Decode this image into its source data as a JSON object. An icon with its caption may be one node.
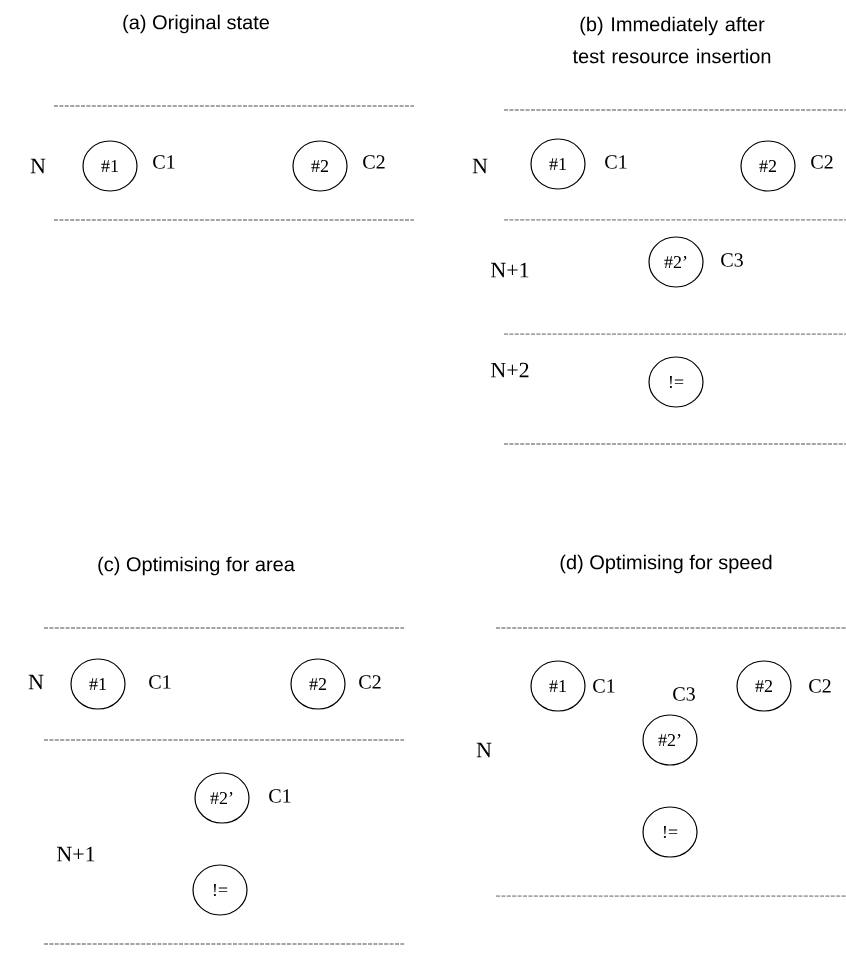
{
  "diagram": {
    "nodes": [
      {
        "text": [
          "#1"
        ],
        "beside": [
          "C1"
        ]
      },
      {
        "text": [
          "#2"
        ],
        "beside": [
          "C2"
        ]
      },
      {
        "text": [
          "#1"
        ],
        "beside": [
          "C1"
        ]
      },
      {
        "text": [
          "#2"
        ],
        "beside": [
          "C2"
        ]
      },
      {
        "text": [
          "#2’"
        ],
        "beside": [
          "C3"
        ]
      },
      {
        "text": [
          "!="
        ]
      },
      {
        "text": [
          "#1"
        ],
        "beside": [
          "C1"
        ]
      },
      {
        "text": [
          "#2"
        ],
        "beside": [
          "C2"
        ]
      },
      {
        "text": [
          "#2’"
        ],
        "beside": [
          "C1"
        ]
      },
      {
        "text": [
          "!="
        ]
      },
      {
        "text": [
          "#1"
        ],
        "beside": [
          "C1"
        ]
      },
      {
        "text": [
          "#2"
        ],
        "beside": [
          "C2"
        ]
      },
      {
        "text": [
          "#2’"
        ],
        "beside": [
          "C3"
        ]
      },
      {
        "text": [
          "!="
        ]
      }
    ],
    "labels": [
      "(a) Original state",
      "(b) Immediately after test resource insertion",
      "N",
      "N",
      "N+1",
      "N+2",
      "(c) Optimising for area",
      "(d) Optimising for speed",
      "N",
      "N+1",
      "N"
    ]
  }
}
